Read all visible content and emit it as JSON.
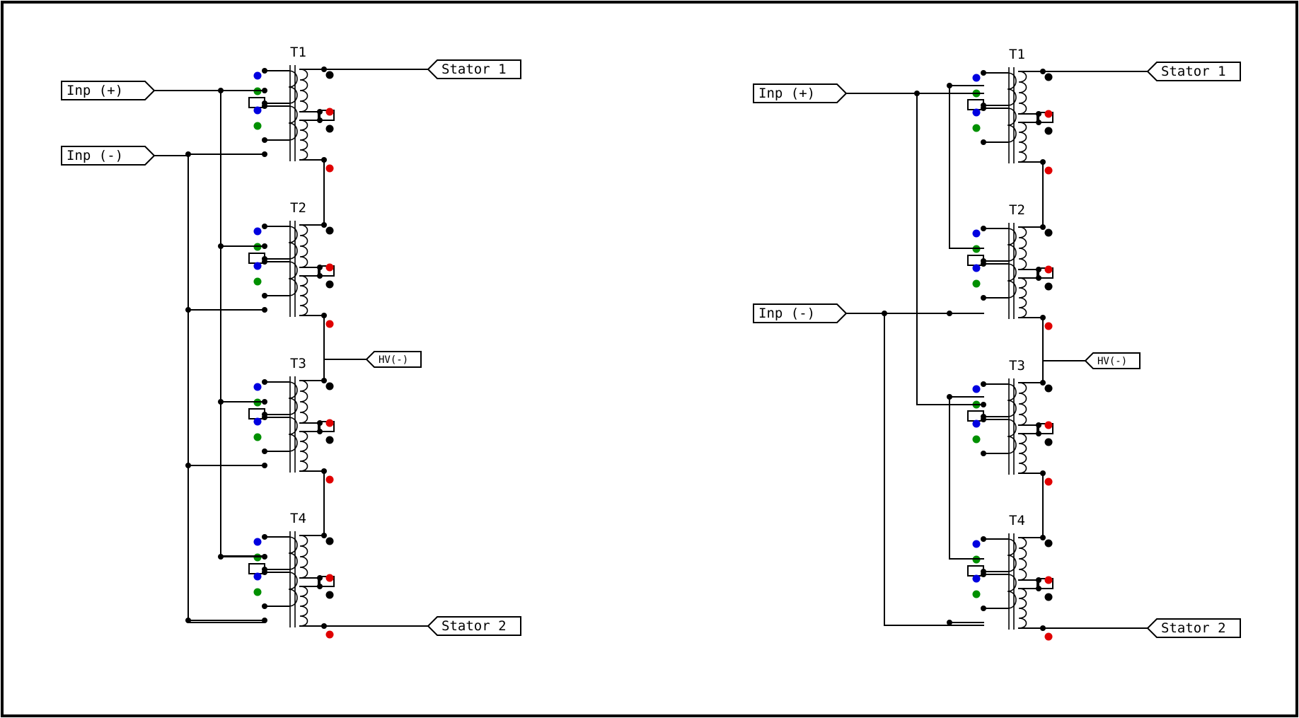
{
  "colors": {
    "frame": "#000000",
    "wire": "#000000",
    "dot_blue": "#0000e0",
    "dot_green": "#009000",
    "dot_red": "#e00000",
    "dot_black": "#000000"
  },
  "icons": {
    "port_in": "input-port-arrow-icon",
    "port_out": "output-port-arrow-icon",
    "polarity_dot": "polarity-dot-icon"
  },
  "panels": [
    {
      "name": "left",
      "transformers": [
        "T1",
        "T2",
        "T3",
        "T4"
      ],
      "ports": {
        "inp_pos": "Inp (+)",
        "inp_neg": "Inp (-)",
        "stator1": "Stator 1",
        "stator2": "Stator 2",
        "hv_neg": "HV(-)"
      }
    },
    {
      "name": "right",
      "transformers": [
        "T1",
        "T2",
        "T3",
        "T4"
      ],
      "ports": {
        "inp_pos": "Inp (+)",
        "inp_neg": "Inp (-)",
        "stator1": "Stator 1",
        "stator2": "Stator 2",
        "hv_neg": "HV(-)"
      }
    }
  ]
}
